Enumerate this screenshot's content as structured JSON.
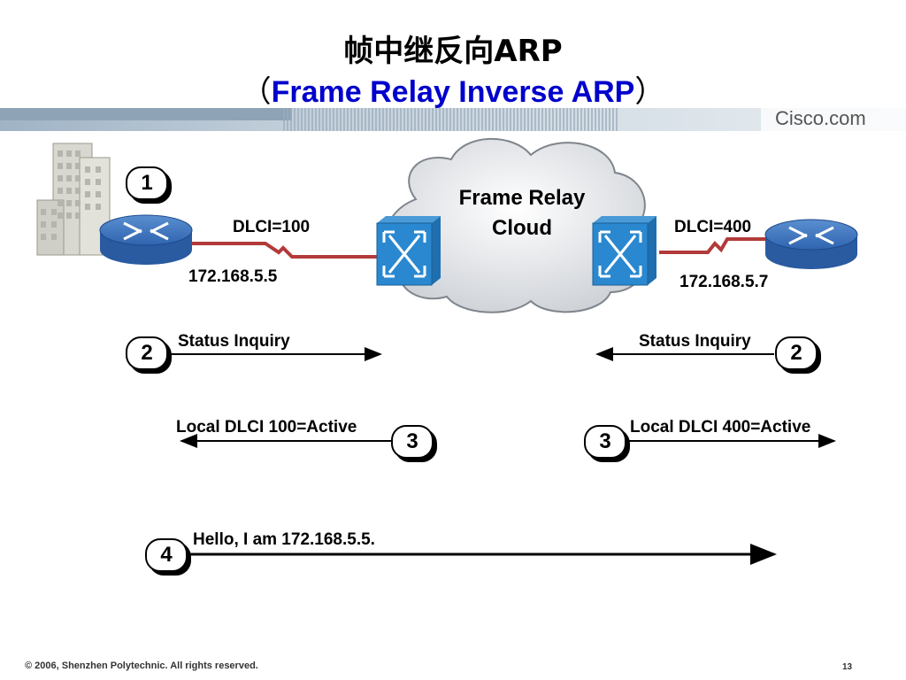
{
  "title": {
    "cn": "帧中继反向ARP",
    "paren_open": "（",
    "en": "Frame Relay Inverse ARP",
    "paren_close": "）"
  },
  "header": {
    "brand": "Cisco.com"
  },
  "diagram": {
    "cloud_label_line1": "Frame Relay",
    "cloud_label_line2": "Cloud",
    "left": {
      "dlci": "DLCI=100",
      "ip": "172.168.5.5"
    },
    "right": {
      "dlci": "DLCI=400",
      "ip": "172.168.5.7"
    },
    "steps": {
      "step1": "1",
      "step2_left": "2",
      "step2_right": "2",
      "step3_left": "3",
      "step3_right": "3",
      "step4": "4"
    },
    "messages": {
      "status_left": "Status Inquiry",
      "status_right": "Status Inquiry",
      "local_left": "Local DLCI 100=Active",
      "local_right": "Local DLCI 400=Active",
      "hello": "Hello, I am 172.168.5.5."
    }
  },
  "footer": {
    "copyright": "© 2006, Shenzhen Polytechnic. All rights reserved.",
    "page": "13"
  }
}
